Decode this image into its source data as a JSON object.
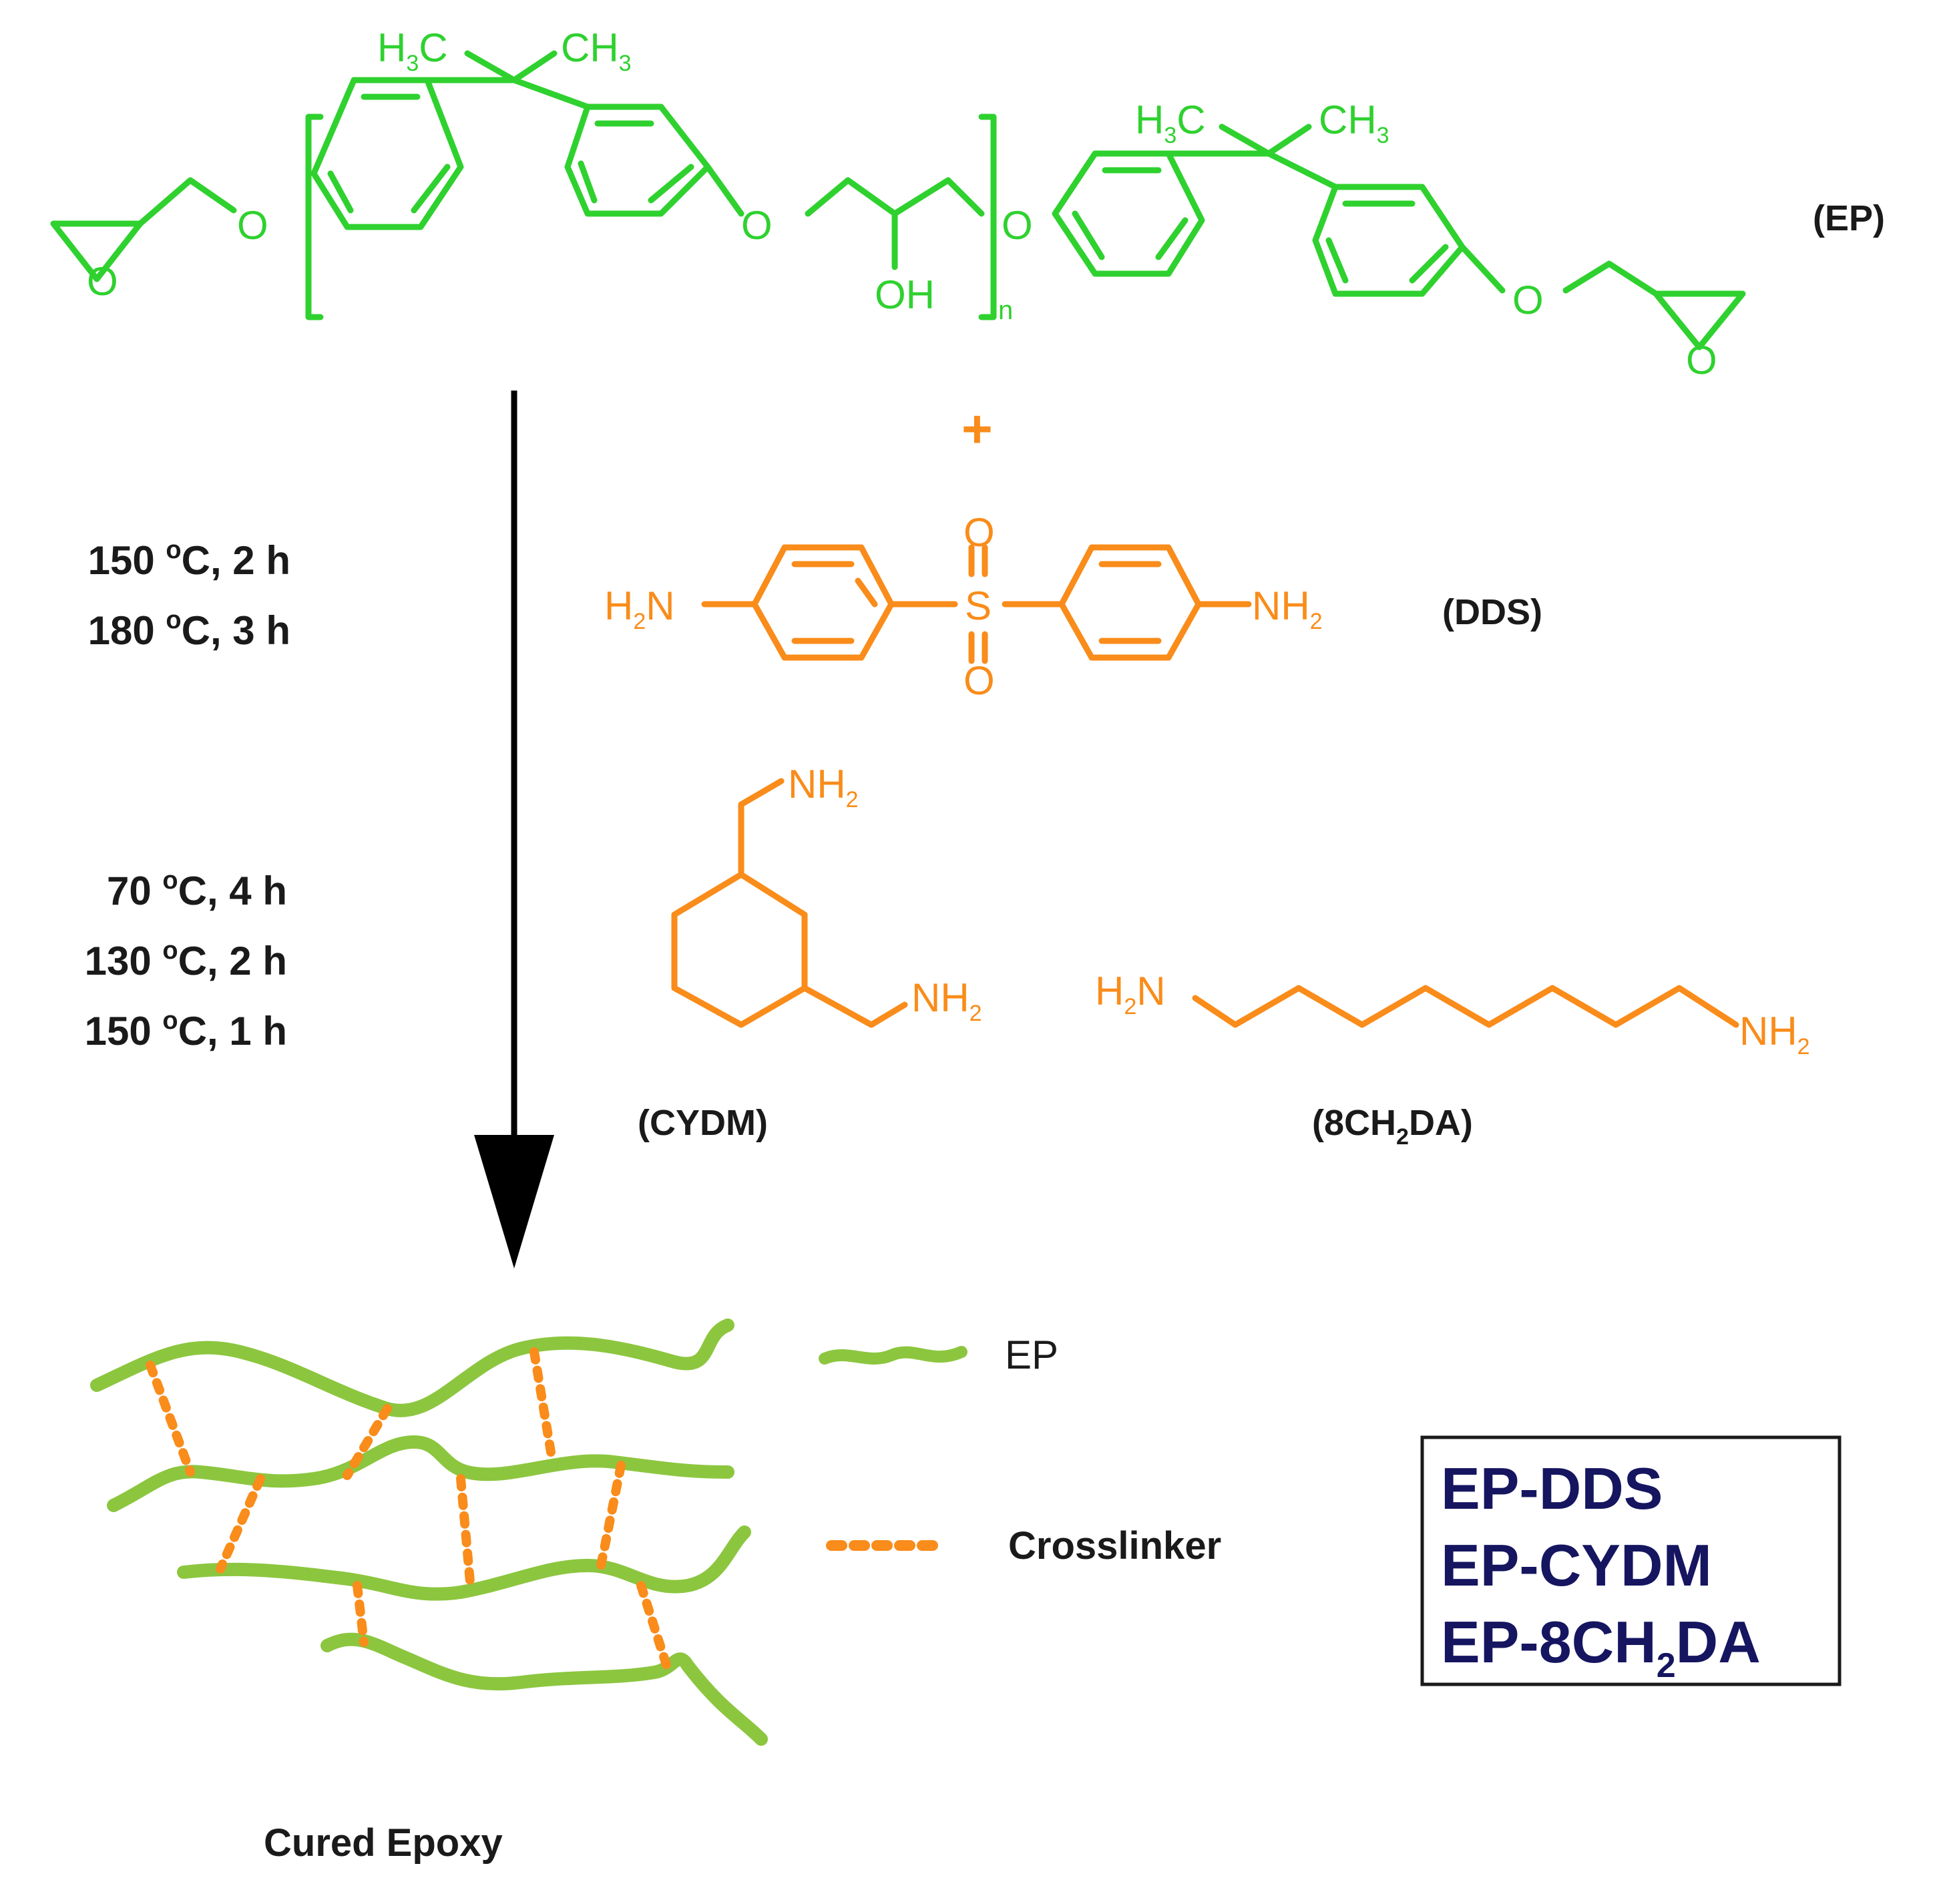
{
  "colors": {
    "ep_structure": "#2fd12f",
    "crosslinker_structure": "#f98c1a",
    "network_chain": "#8cc63f",
    "network_crosslink": "#f98c1a",
    "label_text": "#1a1a1a",
    "sample_box_text": "#151560"
  },
  "structures": {
    "ep": {
      "name": "(EP)",
      "methyl_left": "H",
      "methyl_sub": "3",
      "methyl_c": "C",
      "methyl_right_c": "CH",
      "methyl_right_sub": "3",
      "oxygen": "O",
      "hydroxyl": "OH",
      "repeat_index": "n"
    },
    "plus_sign": "+",
    "dds": {
      "name": "(DDS)",
      "amine_left_h": "H",
      "amine_left_sub": "2",
      "amine_left_n": "N",
      "amine_right_nh": "NH",
      "amine_right_sub": "2",
      "sulfur": "S",
      "oxygen": "O"
    },
    "cydm": {
      "name": "(CYDM)",
      "amine_nh": "NH",
      "amine_sub": "2"
    },
    "c8da": {
      "name_prefix": "(8CH",
      "name_sub": "2",
      "name_suffix": "DA)",
      "amine_left_h": "H",
      "amine_left_sub": "2",
      "amine_left_n": "N",
      "amine_right_nh": "NH",
      "amine_right_sub": "2"
    }
  },
  "conditions": {
    "dds_cure": [
      {
        "temp": "150",
        "deg": "o",
        "rest": "C, 2 h"
      },
      {
        "temp": "180",
        "deg": "o",
        "rest": "C, 3 h"
      }
    ],
    "aliphatic_cure": [
      {
        "temp": "70",
        "deg": "o",
        "rest": "C, 4 h"
      },
      {
        "temp": "130",
        "deg": "o",
        "rest": "C, 2 h"
      },
      {
        "temp": "150",
        "deg": "o",
        "rest": "C, 1 h"
      }
    ]
  },
  "legend": {
    "ep_label": "EP",
    "crosslinker_label": "Crosslinker"
  },
  "network_caption": "Cured Epoxy",
  "samples": {
    "line1": "EP-DDS",
    "line2": "EP-CYDM",
    "line3_prefix": "EP-8CH",
    "line3_sub": "2",
    "line3_suffix": "DA"
  }
}
